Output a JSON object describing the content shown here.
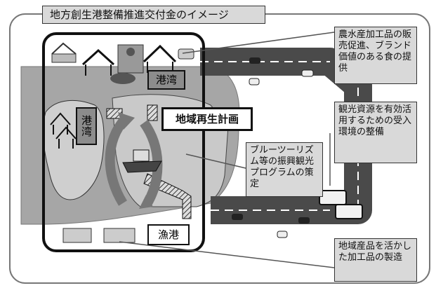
{
  "title": "地方創生港整備推進交付金のイメージ",
  "plan_label": "地域再生計画",
  "harbor_labels": {
    "port_top": "港湾",
    "port_left": "港湾",
    "fishing_port": "漁港"
  },
  "callouts": {
    "agri": "農水産加工品の販売促進、ブランド価値のある食の提供",
    "tourism": "観光資源を有効活用するための受入環境の整備",
    "bluetourism": "ブルーツーリズム等の振興観光プログラムの策定",
    "local_products": "地域産品を活かした加工品の製造"
  },
  "colors": {
    "sea": "#a6a6a6",
    "road": "#4a4a4a",
    "label_bg": "#d9d9d9",
    "outline": "#111111"
  }
}
